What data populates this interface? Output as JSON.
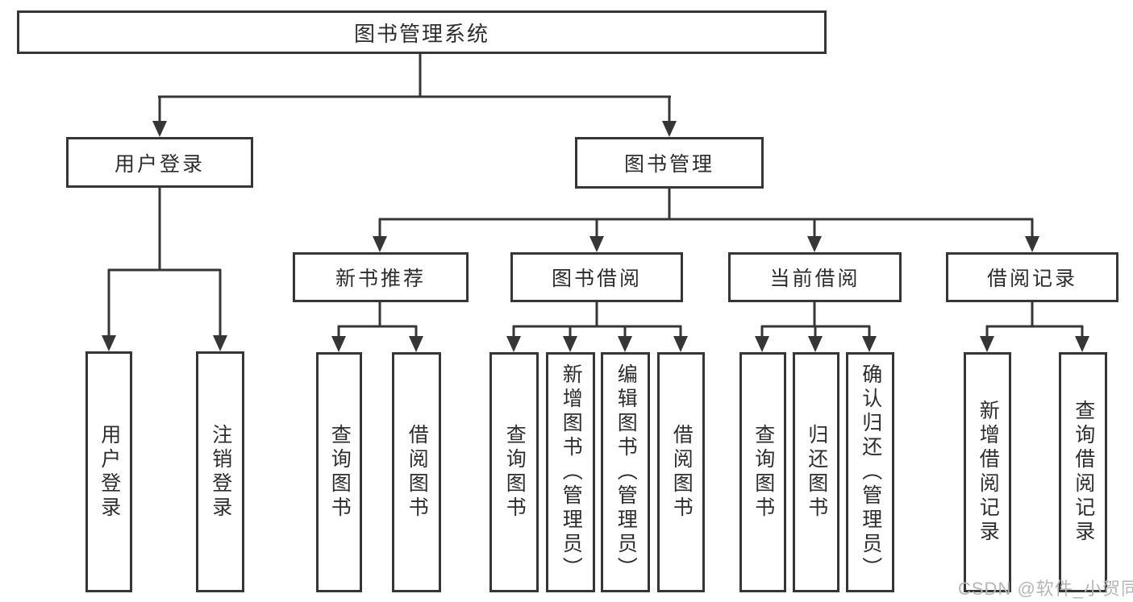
{
  "diagram": {
    "type": "hierarchy-tree",
    "root": {
      "label": "图书管理系统"
    },
    "branches": [
      {
        "label": "用户登录",
        "children": [
          {
            "label": "用户登录"
          },
          {
            "label": "注销登录"
          }
        ]
      },
      {
        "label": "图书管理",
        "children": [
          {
            "label": "新书推荐",
            "children": [
              {
                "label": "查询图书"
              },
              {
                "label": "借阅图书"
              }
            ]
          },
          {
            "label": "图书借阅",
            "children": [
              {
                "label": "查询图书"
              },
              {
                "label": "新增图书（管理员）"
              },
              {
                "label": "编辑图书（管理员）"
              },
              {
                "label": "借阅图书"
              }
            ]
          },
          {
            "label": "当前借阅",
            "children": [
              {
                "label": "查询图书"
              },
              {
                "label": "归还图书"
              },
              {
                "label": "确认归还（管理员）"
              }
            ]
          },
          {
            "label": "借阅记录",
            "children": [
              {
                "label": "新增借阅记录"
              },
              {
                "label": "查询借阅记录"
              }
            ]
          }
        ]
      }
    ]
  },
  "watermark": {
    "text": "CSDN @软件_小贺同学"
  },
  "colors": {
    "line": "#363636",
    "text": "#2d2d2d",
    "watermark": "#b6b6b6",
    "background": "#ffffff"
  }
}
